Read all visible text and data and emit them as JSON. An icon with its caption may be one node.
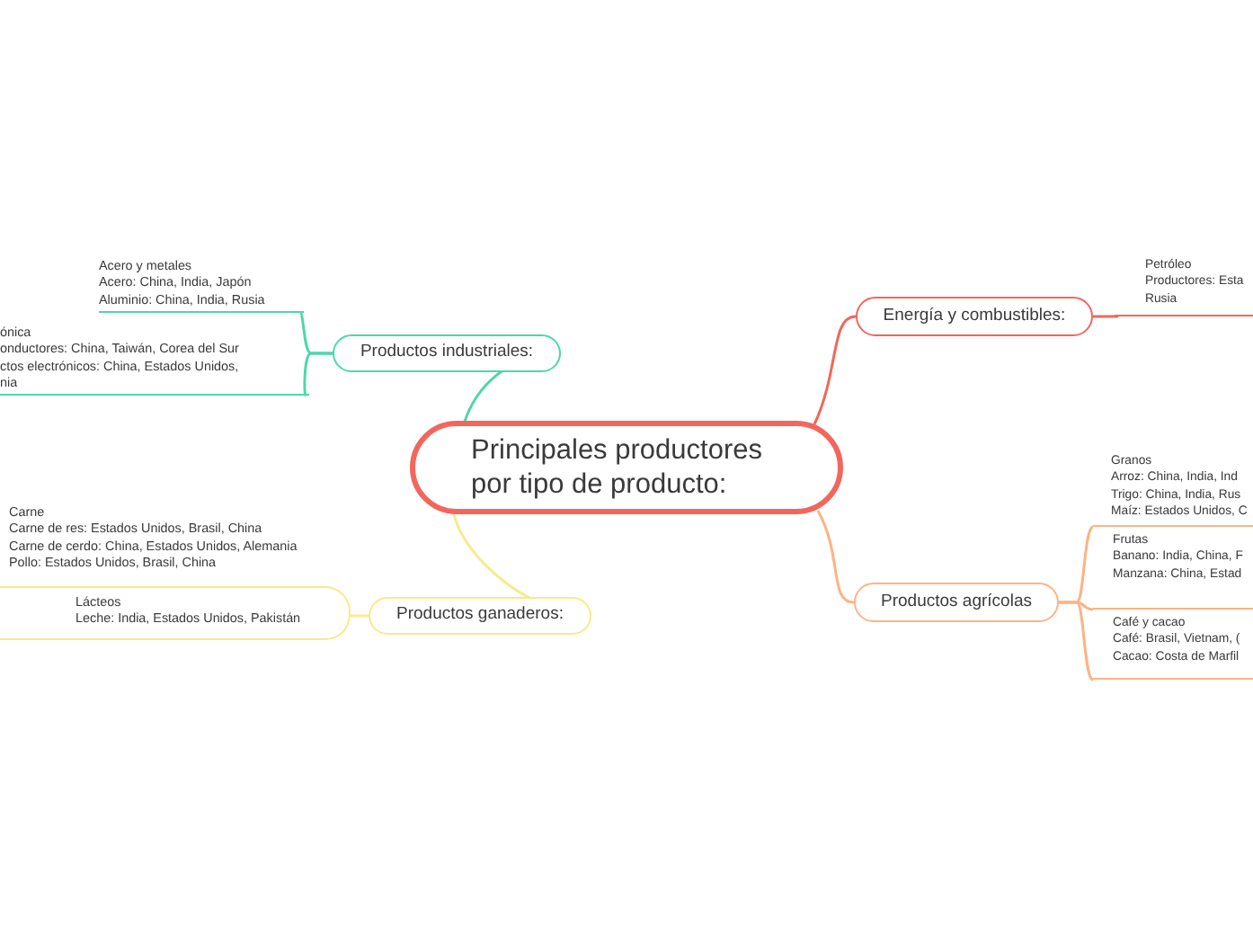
{
  "diagram": {
    "nodes": [
      {
        "text": [
          "Principales productores por tipo de producto:"
        ]
      },
      {
        "text": [
          "Productos industriales:"
        ]
      },
      {
        "text": [
          "Acero y metales",
          "Acero: China, India, Japón",
          "Aluminio: China, India, Rusia"
        ]
      },
      {
        "text": [
          "ónica",
          "onductores: China, Taiwán, Corea del Sur",
          "ctos electrónicos: China, Estados Unidos,",
          "nia"
        ]
      },
      {
        "text": [
          "Energía y combustibles:"
        ]
      },
      {
        "text": [
          "Petróleo",
          "Productores: Esta",
          "Rusia"
        ]
      },
      {
        "text": [
          "Productos agrícolas"
        ]
      },
      {
        "text": [
          "Granos",
          "Arroz: China, India, Ind",
          "Trigo: China, India, Rus",
          "Maíz: Estados Unidos, C"
        ]
      },
      {
        "text": [
          "Frutas",
          "Banano: India, China, F",
          "Manzana: China, Estad"
        ]
      },
      {
        "text": [
          "Café y cacao",
          "Café: Brasil, Vietnam, (",
          "Cacao: Costa de Marfil"
        ]
      },
      {
        "text": [
          "Productos ganaderos:"
        ]
      },
      {
        "text": [
          "Carne",
          "Carne de res: Estados Unidos, Brasil, China",
          "Carne de cerdo: China, Estados Unidos, Alemania",
          "Pollo: Estados Unidos, Brasil, China"
        ]
      },
      {
        "text": [
          "Lácteos",
          "Leche: India, Estados Unidos, Pakistán"
        ]
      }
    ],
    "edges": [
      {
        "from": 0,
        "to": 1,
        "arrow": "none",
        "color": "#4fd6ab"
      },
      {
        "from": 1,
        "to": 2,
        "arrow": "none",
        "color": "#4fd6ab"
      },
      {
        "from": 1,
        "to": 3,
        "arrow": "none",
        "color": "#4fd6ab"
      },
      {
        "from": 0,
        "to": 4,
        "arrow": "none",
        "color": "#f2665c"
      },
      {
        "from": 4,
        "to": 5,
        "arrow": "none",
        "color": "#f2665c"
      },
      {
        "from": 0,
        "to": 6,
        "arrow": "none",
        "color": "#fdb384"
      },
      {
        "from": 6,
        "to": 7,
        "arrow": "none",
        "color": "#fdb384"
      },
      {
        "from": 6,
        "to": 8,
        "arrow": "none",
        "color": "#fdb384"
      },
      {
        "from": 6,
        "to": 9,
        "arrow": "none",
        "color": "#fdb384"
      },
      {
        "from": 0,
        "to": 10,
        "arrow": "none",
        "color": "#f7ea8a"
      },
      {
        "from": 10,
        "to": 12,
        "arrow": "none",
        "color": "#f7ea8a"
      }
    ]
  }
}
